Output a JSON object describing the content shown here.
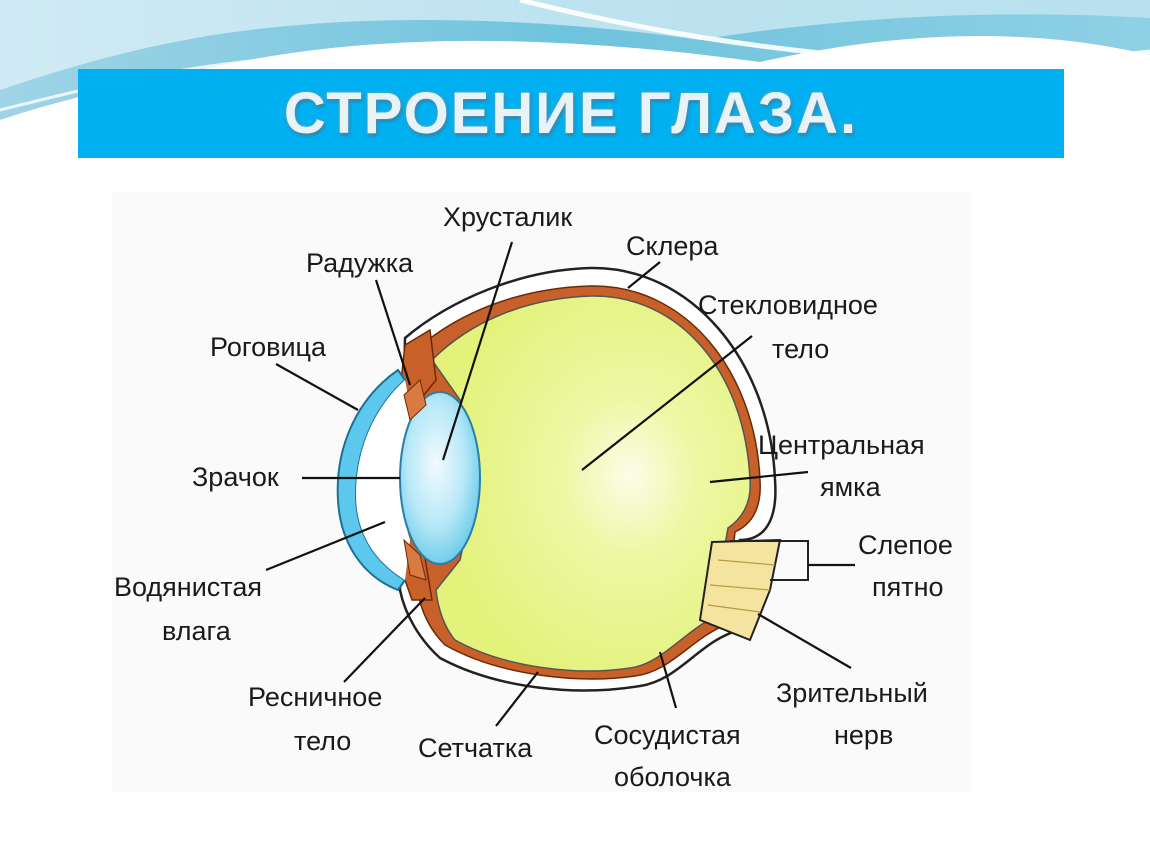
{
  "slide": {
    "title": "СТРОЕНИЕ ГЛАЗА."
  },
  "diagram": {
    "labels": {
      "lens": "Хрусталик",
      "sclera": "Склера",
      "iris": "Радужка",
      "vitreous_1": "Стекловидное",
      "vitreous_2": "тело",
      "cornea": "Роговица",
      "fovea_1": "Центральная",
      "fovea_2": "ямка",
      "pupil": "Зрачок",
      "blind_spot_1": "Слепое",
      "blind_spot_2": "пятно",
      "aqueous_1": "Водянистая",
      "aqueous_2": "влага",
      "optic_nerve_1": "Зрительный",
      "optic_nerve_2": "нерв",
      "ciliary_1": "Ресничное",
      "ciliary_2": "тело",
      "retina": "Сетчатка",
      "choroid_1": "Сосудистая",
      "choroid_2": "оболочка"
    },
    "colors": {
      "title_bar": "#00b0f0",
      "vitreous": "#e8f57a",
      "choroid": "#c8602a",
      "lens": "#a8e4f5",
      "cornea": "#5cc8ee",
      "sclera": "#ffffff"
    }
  }
}
